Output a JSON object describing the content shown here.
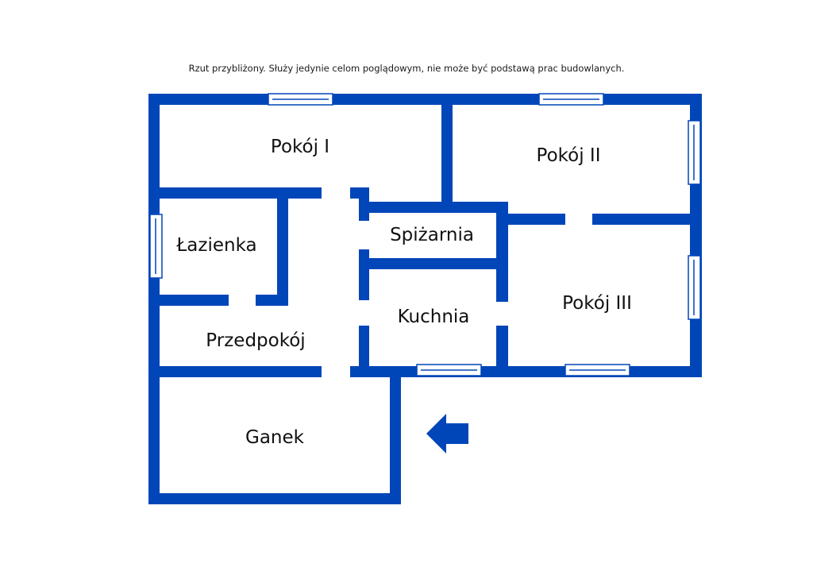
{
  "disclaimer": "Rzut przybliżony. Służy jedynie celom poglądowym, nie może być podstawą prac budowlanych.",
  "colors": {
    "wall": "#0046B8",
    "window_fill": "#ffffff",
    "window_stroke": "#0046B8",
    "label": "#111111"
  },
  "rooms": {
    "pokoj1": "Pokój I",
    "pokoj2": "Pokój II",
    "lazienka": "Łazienka",
    "spizarnia": "Spiżarnia",
    "pokoj3": "Pokój III",
    "kuchnia": "Kuchnia",
    "przedpokoj": "Przedpokój",
    "ganek": "Ganek"
  },
  "entrance_icon": "arrow-left-icon"
}
